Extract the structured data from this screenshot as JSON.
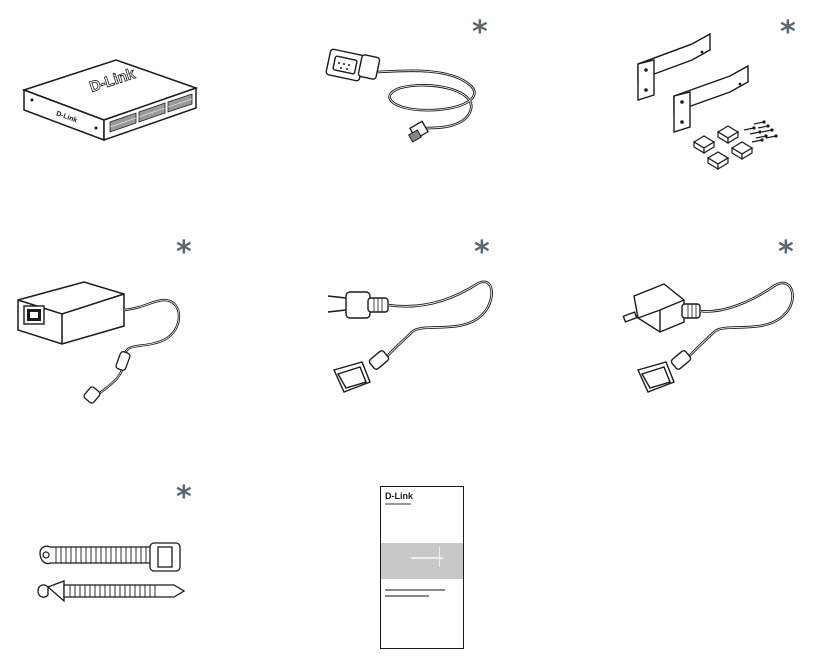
{
  "brand": {
    "logo_text": "D-Link",
    "switch_top_logo": "D-Link",
    "switch_front_logo": "D-Link"
  },
  "items": [
    {
      "id": "switch",
      "optional": false
    },
    {
      "id": "console-cable",
      "optional": true
    },
    {
      "id": "rack-mount-kit",
      "optional": true
    },
    {
      "id": "power-adapter",
      "optional": true
    },
    {
      "id": "eu-power-cord",
      "optional": true
    },
    {
      "id": "uk-power-cord",
      "optional": true
    },
    {
      "id": "cable-ties",
      "optional": true
    },
    {
      "id": "quick-guide",
      "optional": false
    }
  ],
  "optional_mark": "*",
  "colors": {
    "line": "#1a1a1a",
    "asterisk": "#5a6770",
    "guide_band": "#c8c8c8"
  }
}
